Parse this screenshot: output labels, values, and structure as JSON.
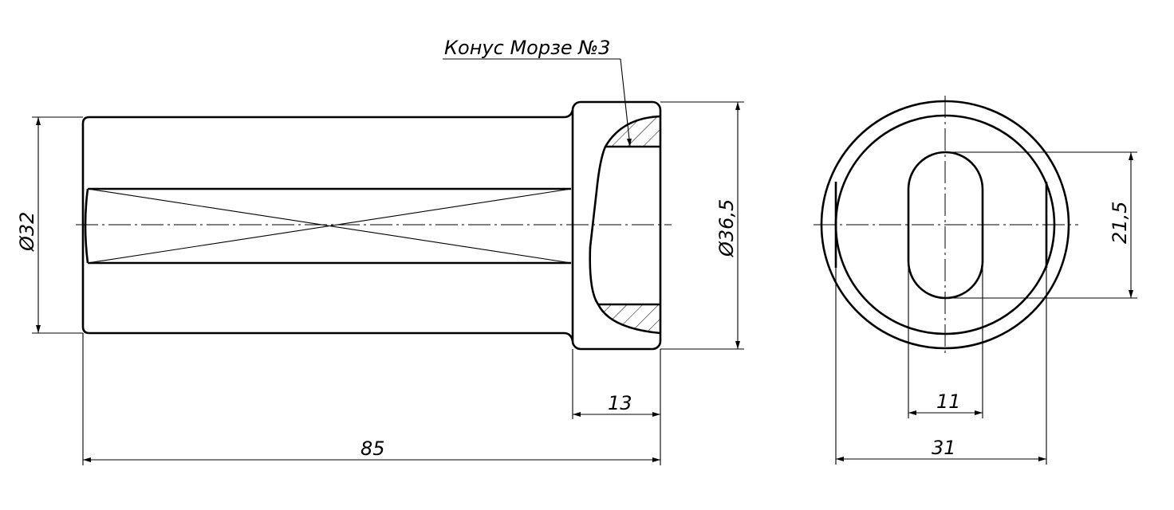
{
  "leader_label": "Конус Морзе №3",
  "dimensions": {
    "body_diameter": "Ø32",
    "head_diameter": "Ø36,5",
    "head_length": "13",
    "total_length": "85",
    "slot_length": "21,5",
    "slot_width": "11",
    "flat_width": "31"
  },
  "colors": {
    "line": "#000000",
    "background": "#ffffff"
  }
}
